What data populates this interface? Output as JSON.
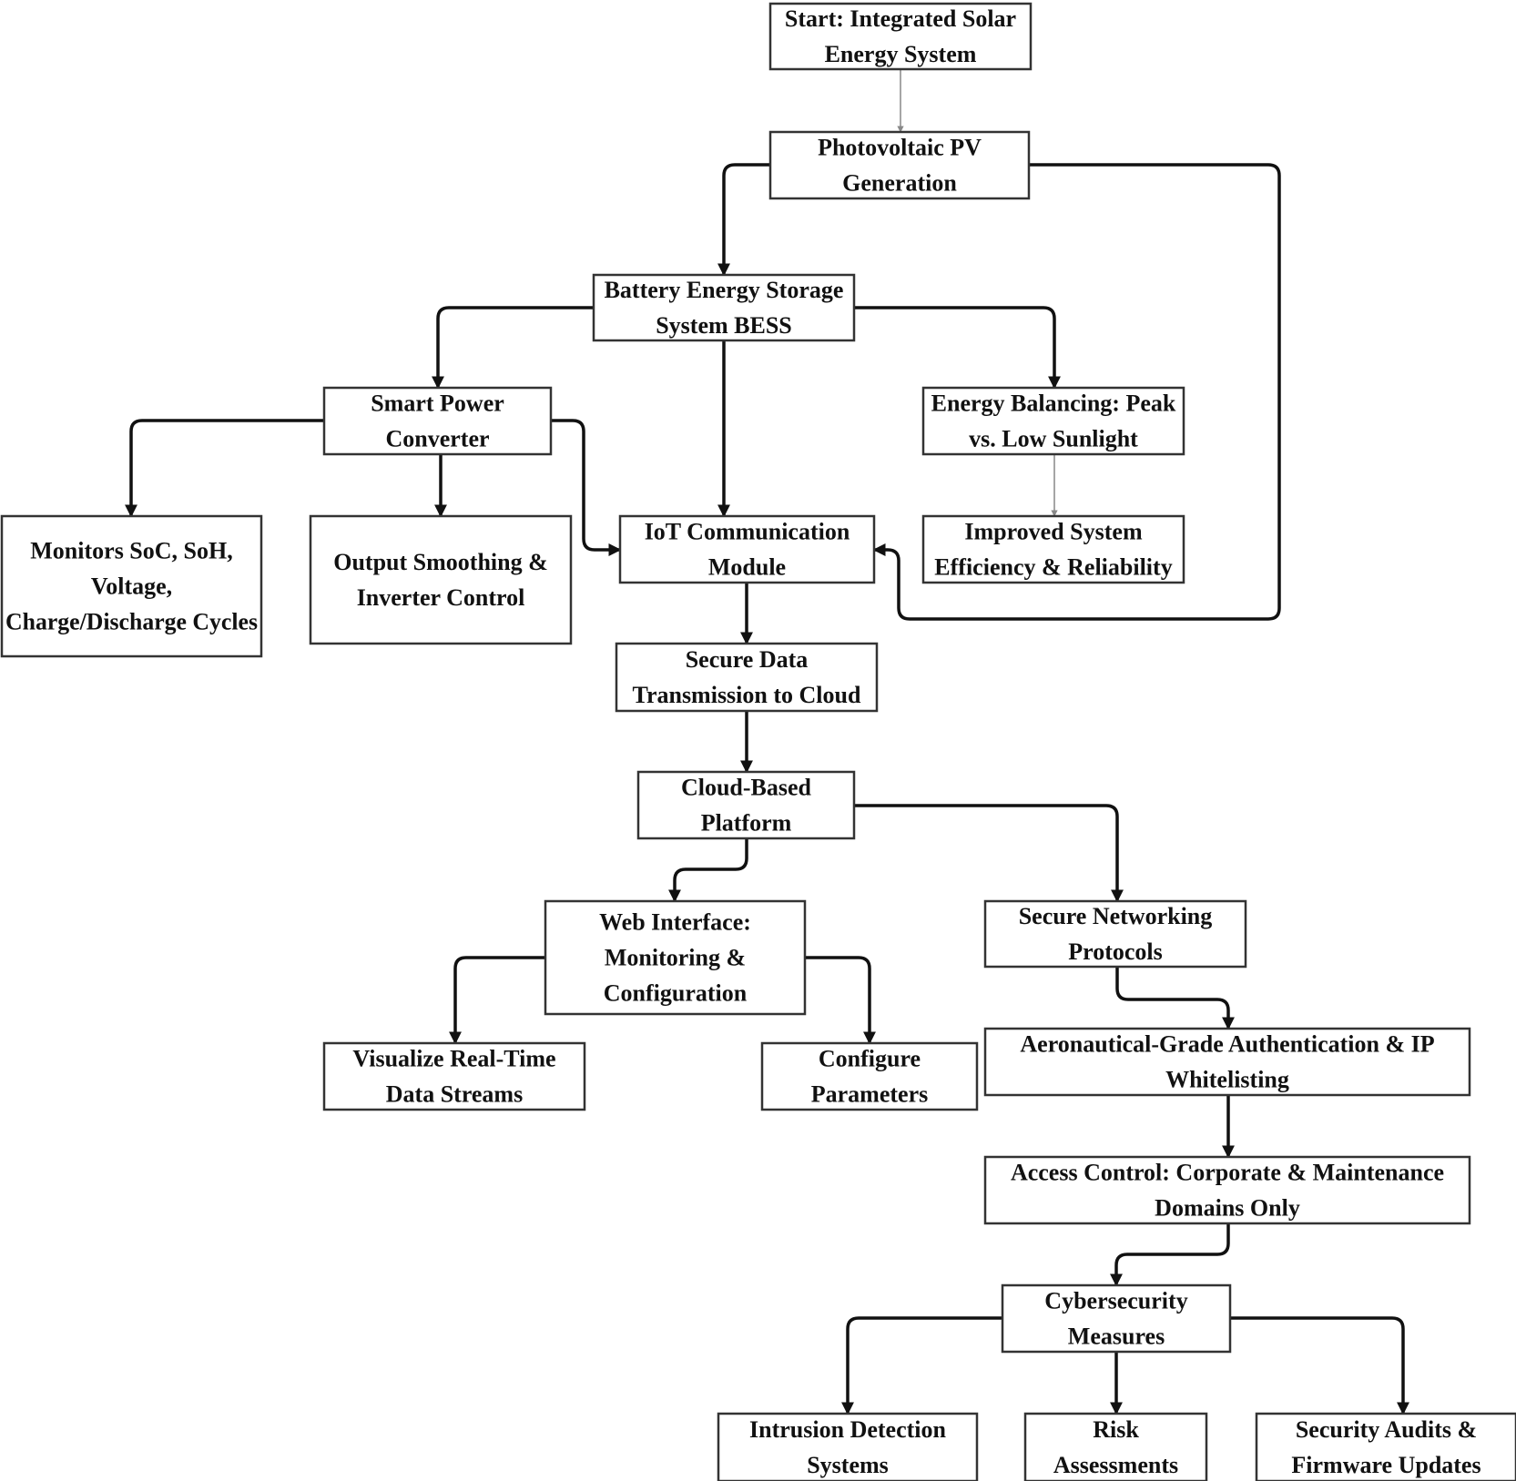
{
  "nodes": [
    {
      "id": "start",
      "lines": [
        "Start: Integrated Solar",
        "Energy System"
      ]
    },
    {
      "id": "pv",
      "lines": [
        "Photovoltaic PV",
        "Generation"
      ]
    },
    {
      "id": "bess",
      "lines": [
        "Battery Energy Storage",
        "System BESS"
      ]
    },
    {
      "id": "spc",
      "lines": [
        "Smart Power",
        "Converter"
      ]
    },
    {
      "id": "eb",
      "lines": [
        "Energy Balancing: Peak",
        "vs. Low Sunlight"
      ]
    },
    {
      "id": "mon",
      "lines": [
        "Monitors SoC, SoH,",
        "Voltage,",
        "Charge/Discharge Cycles"
      ]
    },
    {
      "id": "out",
      "lines": [
        "Output Smoothing &",
        "Inverter Control"
      ]
    },
    {
      "id": "iot",
      "lines": [
        "IoT Communication",
        "Module"
      ]
    },
    {
      "id": "ise",
      "lines": [
        "Improved System",
        "Efficiency & Reliability"
      ]
    },
    {
      "id": "sdt",
      "lines": [
        "Secure Data",
        "Transmission to Cloud"
      ]
    },
    {
      "id": "cbp",
      "lines": [
        "Cloud-Based",
        "Platform"
      ]
    },
    {
      "id": "web",
      "lines": [
        "Web Interface:",
        "Monitoring &",
        "Configuration"
      ]
    },
    {
      "id": "snp",
      "lines": [
        "Secure Networking",
        "Protocols"
      ]
    },
    {
      "id": "vis",
      "lines": [
        "Visualize Real-Time",
        "Data Streams"
      ]
    },
    {
      "id": "cfg",
      "lines": [
        "Configure",
        "Parameters"
      ]
    },
    {
      "id": "aga",
      "lines": [
        "Aeronautical-Grade Authentication & IP",
        "Whitelisting"
      ]
    },
    {
      "id": "acc",
      "lines": [
        "Access Control: Corporate & Maintenance",
        "Domains Only"
      ]
    },
    {
      "id": "cyb",
      "lines": [
        "Cybersecurity",
        "Measures"
      ]
    },
    {
      "id": "ids",
      "lines": [
        "Intrusion Detection",
        "Systems"
      ]
    },
    {
      "id": "risk",
      "lines": [
        "Risk",
        "Assessments"
      ]
    },
    {
      "id": "sec",
      "lines": [
        "Security Audits &",
        "Firmware Updates"
      ]
    }
  ],
  "edges": [
    {
      "from": "start",
      "to": "pv"
    },
    {
      "from": "pv",
      "to": "bess"
    },
    {
      "from": "pv",
      "to": "iot"
    },
    {
      "from": "bess",
      "to": "spc"
    },
    {
      "from": "bess",
      "to": "eb"
    },
    {
      "from": "bess",
      "to": "iot"
    },
    {
      "from": "spc",
      "to": "mon"
    },
    {
      "from": "spc",
      "to": "out"
    },
    {
      "from": "spc",
      "to": "iot"
    },
    {
      "from": "eb",
      "to": "ise"
    },
    {
      "from": "iot",
      "to": "sdt"
    },
    {
      "from": "sdt",
      "to": "cbp"
    },
    {
      "from": "cbp",
      "to": "web"
    },
    {
      "from": "cbp",
      "to": "snp"
    },
    {
      "from": "web",
      "to": "vis"
    },
    {
      "from": "web",
      "to": "cfg"
    },
    {
      "from": "snp",
      "to": "aga"
    },
    {
      "from": "aga",
      "to": "acc"
    },
    {
      "from": "acc",
      "to": "cyb"
    },
    {
      "from": "cyb",
      "to": "ids"
    },
    {
      "from": "cyb",
      "to": "risk"
    },
    {
      "from": "cyb",
      "to": "sec"
    }
  ]
}
